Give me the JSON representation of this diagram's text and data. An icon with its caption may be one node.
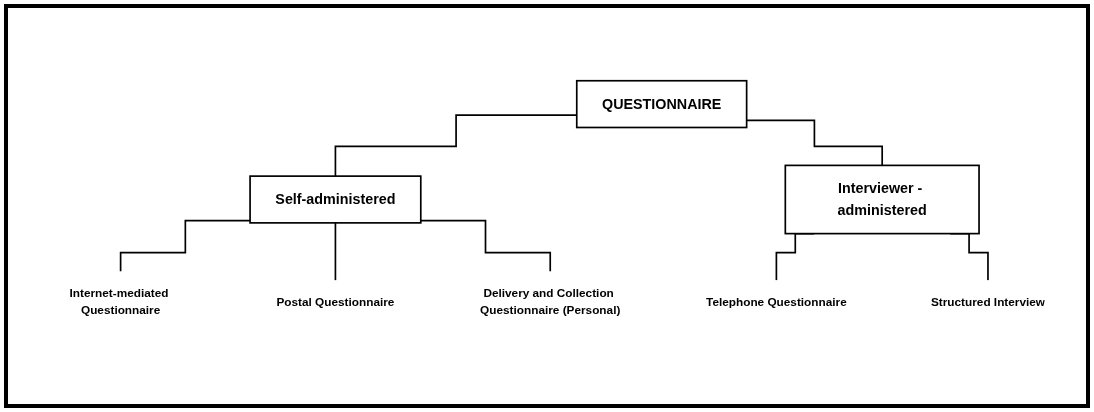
{
  "diagram": {
    "nodes": [
      {
        "text": [
          "QUESTIONNAIRE"
        ]
      },
      {
        "text": [
          "Self-administered"
        ]
      },
      {
        "text": [
          "Interviewer - administered"
        ]
      },
      {
        "text": [
          "Internet-mediated Questionnaire"
        ]
      },
      {
        "text": [
          "Postal Questionnaire"
        ]
      },
      {
        "text": [
          "Delivery and Collection Questionnaire (Personal)"
        ]
      },
      {
        "text": [
          "Telephone Questionnaire"
        ]
      },
      {
        "text": [
          "Structured Interview"
        ]
      }
    ],
    "edges": [
      {
        "from": 0,
        "to": 1,
        "arrow": "none"
      },
      {
        "from": 0,
        "to": 2,
        "arrow": "none"
      },
      {
        "from": 1,
        "to": 3,
        "arrow": "none"
      },
      {
        "from": 1,
        "to": 4,
        "arrow": "none"
      },
      {
        "from": 1,
        "to": 5,
        "arrow": "none"
      },
      {
        "from": 2,
        "to": 6,
        "arrow": "none"
      },
      {
        "from": 2,
        "to": 7,
        "arrow": "none"
      }
    ]
  }
}
